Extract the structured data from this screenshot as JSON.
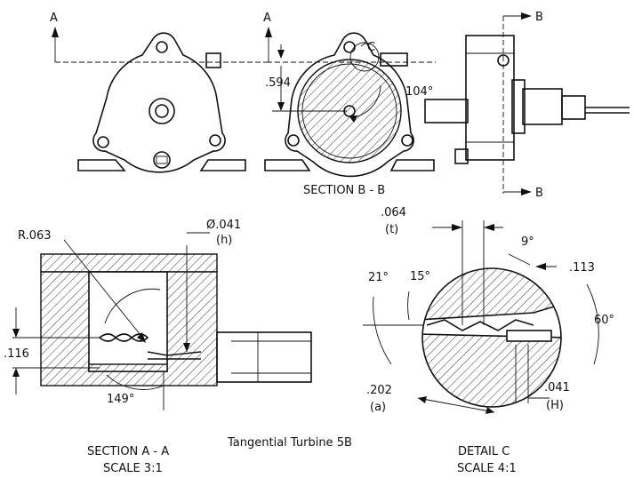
{
  "title": "Tangential Turbine 5B",
  "section_labels": {
    "a_left": "A",
    "a_right": "A",
    "b_top": "B",
    "b_bottom": "B",
    "detail_c": "C"
  },
  "view_titles": {
    "section_bb": "SECTION B - B",
    "section_aa": "SECTION A - A",
    "section_aa_scale": "SCALE 3:1",
    "detail_c": "DETAIL C",
    "detail_c_scale": "SCALE 4:1"
  },
  "dimensions": {
    "d_594": ".594",
    "d_104deg": "104°",
    "d_r063": "R.063",
    "d_dia041": "Ø.041",
    "d_h": "(h)",
    "d_116": ".116",
    "d_149deg": "149°",
    "d_064": ".064",
    "d_t": "(t)",
    "d_9deg": "9°",
    "d_21deg": "21°",
    "d_15deg": "15°",
    "d_113": ".113",
    "d_60deg": "60°",
    "d_202": ".202",
    "d_a": "(a)",
    "d_041": ".041",
    "d_H": "(H)"
  }
}
